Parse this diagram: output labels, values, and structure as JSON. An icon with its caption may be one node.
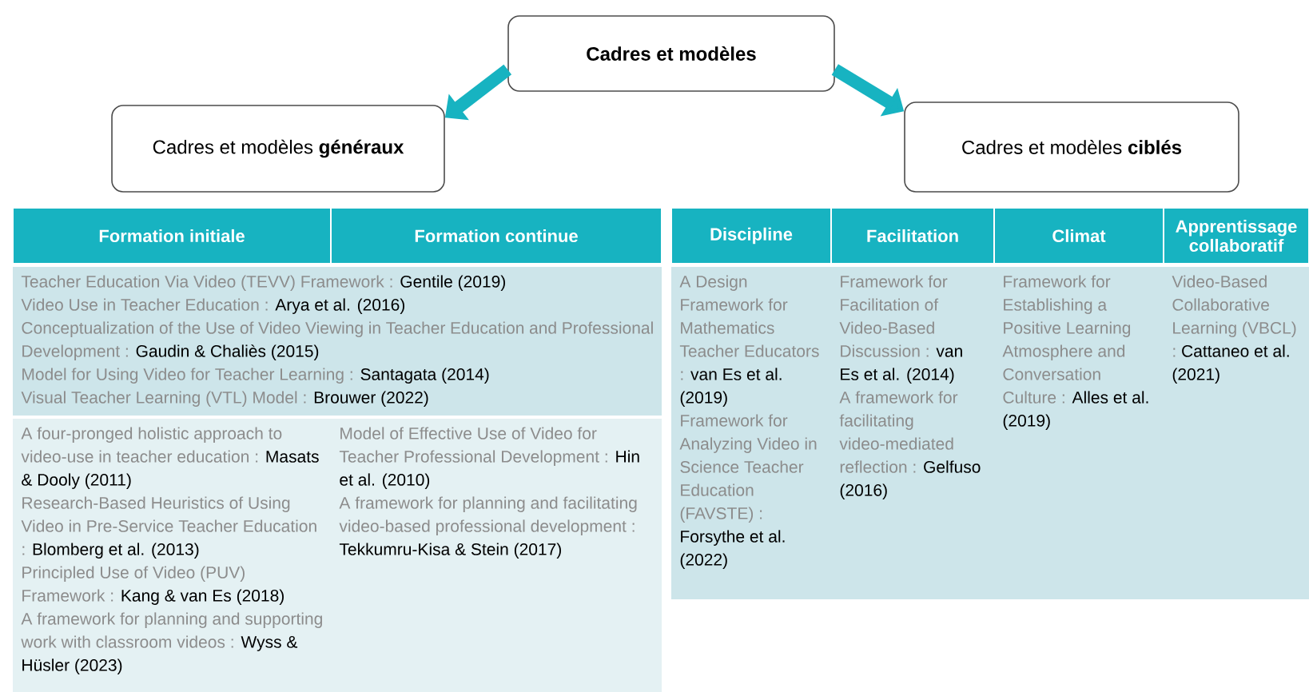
{
  "diagram": {
    "nodes": [
      {
        "text": [
          "Cadres et modèles"
        ]
      },
      {
        "text": [
          "Cadres et modèles **généraux**"
        ]
      },
      {
        "text": [
          "Cadres et modèles **ciblés**"
        ]
      }
    ],
    "edges": [
      {
        "from": 0,
        "to": 1,
        "arrow": "to"
      },
      {
        "from": 0,
        "to": 2,
        "arrow": "to"
      }
    ],
    "labels": [
      "Formation initiale",
      "Formation continue",
      "Teacher Education Via Video (TEVV) Framework :",
      "Gentile (2019)",
      "Video Use in Teacher Education :",
      "Arya et al. (2016)",
      "Conceptualization of the Use of Video Viewing in Teacher Education and Professional Development :",
      "Gaudin & Chaliès (2015)",
      "Model for Using Video for Teacher Learning :",
      "Santagata (2014)",
      "Visual Teacher Learning (VTL) Model :",
      "Brouwer (2022)",
      "A four-pronged holistic approach to video-use in teacher education :",
      "Masats & Dooly (2011)",
      "Research-Based Heuristics of Using Video in Pre-Service Teacher Education :",
      "Blomberg et al. (2013)",
      "Principled Use of Video (PUV) Framework :",
      "Kang & van Es (2018)",
      "A framework for planning and supporting work with classroom videos :",
      "Wyss & Hüsler (2023)",
      "Model of Effective Use of Video for Teacher Professional Development :",
      "Hin et al. (2010)",
      "A framework for planning and facilitating video-based professional development :",
      "Tekkumru-Kisa & Stein (2017)",
      "Discipline",
      "Facilitation",
      "Climat",
      "Apprentissage collaboratif",
      "A Design Framework for Mathematics Teacher Educators :",
      "van Es et al. (2019)",
      "Framework for Analyzing Video in Science Teacher Education (FAVSTE) :",
      "Forsythe et al. (2022)",
      "Framework for Facilitation of Video-Based Discussion :",
      "van Es et al. (2014)",
      "A framework for facilitating video-mediated reflection :",
      "Gelfuso (2016)",
      "Framework for Establishing a Positive Learning Atmosphere and Conversation Culture :",
      "Alles et al. (2019)",
      "Video-Based Collaborative Learning (VBCL) :",
      "Cattaneo et al. (2021)"
    ]
  }
}
